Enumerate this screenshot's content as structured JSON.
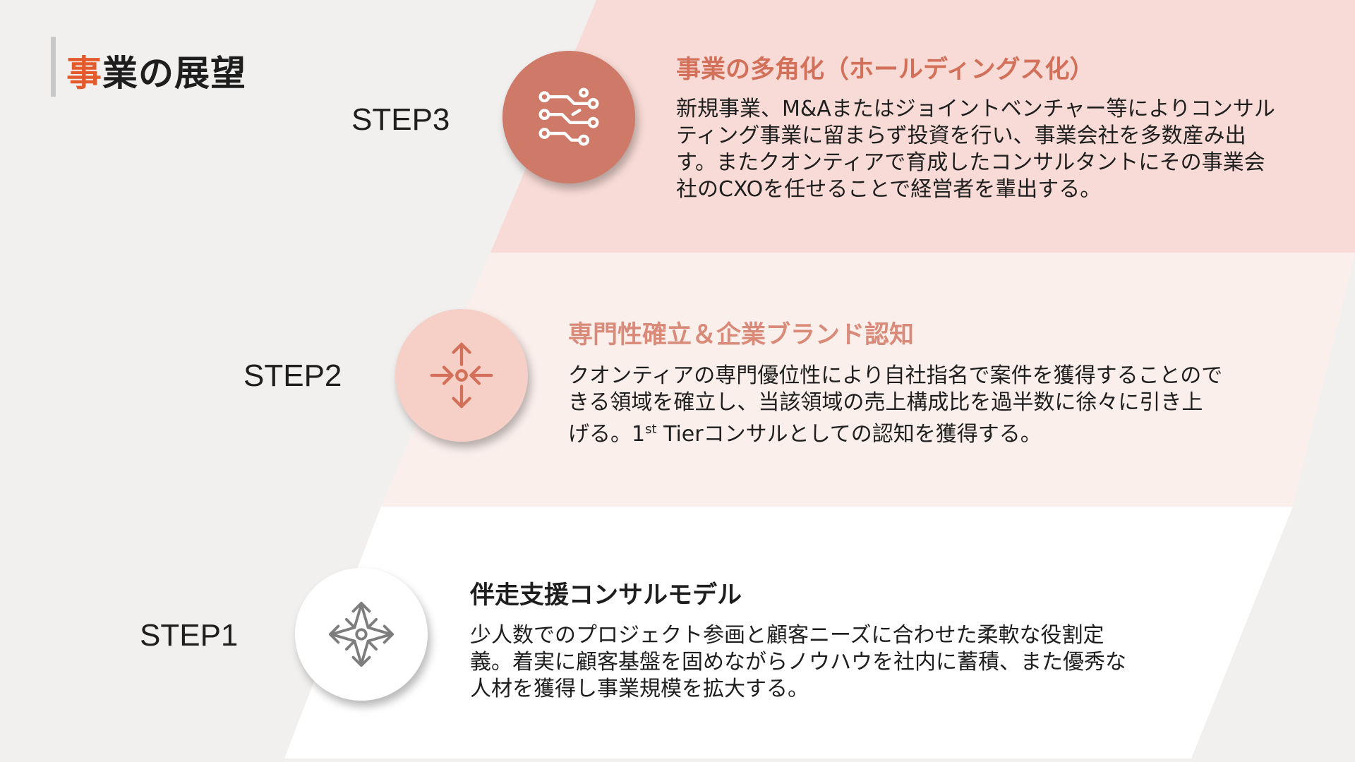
{
  "page_title": {
    "accent": "事",
    "rest": "業の展望"
  },
  "colors": {
    "background": "#f1f0ef",
    "band_step3": "#f8dbd6",
    "band_step2": "#fbefec",
    "band_step1": "#ffffff",
    "accent_orange": "#e35a2c",
    "circle_step3": "#cf7a68",
    "circle_step2": "#f6cfc7",
    "circle_step1": "#ffffff"
  },
  "steps": [
    {
      "label": "STEP3",
      "icon": "circuit-icon",
      "heading": "事業の多角化（ホールディングス化）",
      "heading_color": "#d2705a",
      "body_lines": [
        "新規事業、M&Aまたはジョイントベンチャー等によりコンサル",
        "ティング事業に留まらず投資を行い、事業会社を多数産み出",
        "す。またクオンティアで育成したコンサルタントにその事業会",
        "社のCXOを任せることで経営者を輩出する。"
      ]
    },
    {
      "label": "STEP2",
      "icon": "converge-arrows-icon",
      "heading": "専門性確立＆企業ブランド認知",
      "heading_color": "#d98a78",
      "body_lines": [
        "クオンティアの専門優位性により自社指名で案件を獲得することので",
        "きる領域を確立し、当該領域の売上構成比を過半数に徐々に引き上"
      ],
      "body_last": {
        "before": "げる。1",
        "sup": "st",
        "after": " Tierコンサルとしての認知を獲得する。"
      }
    },
    {
      "label": "STEP1",
      "icon": "compass-star-icon",
      "heading": "伴走支援コンサルモデル",
      "heading_color": "#1e1e1e",
      "body_lines": [
        "少人数でのプロジェクト参画と顧客ニーズに合わせた柔軟な役割定",
        "義。着実に顧客基盤を固めながらノウハウを社内に蓄積、また優秀な",
        "人材を獲得し事業規模を拡大する。"
      ]
    }
  ]
}
